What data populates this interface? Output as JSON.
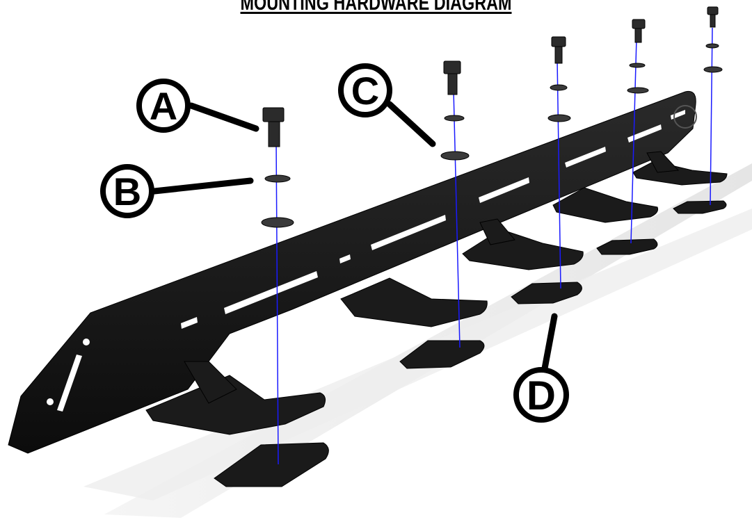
{
  "title": "MOUNTING HARDWARE DIAGRAM",
  "callouts": {
    "a": "A",
    "b": "B",
    "c": "C",
    "d": "D"
  },
  "colors": {
    "bracket": "#151515",
    "shadow": "#e6e6e6",
    "axis_line": "#1a1aff",
    "callout": "#000000"
  }
}
